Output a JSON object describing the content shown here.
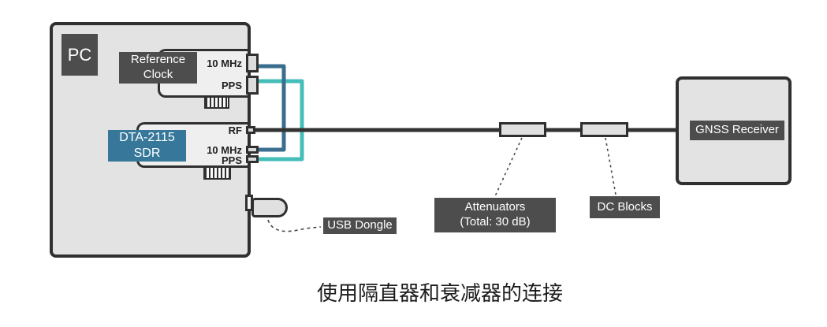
{
  "caption": "使用隔直器和衰减器的连接",
  "pc": {
    "label": "PC"
  },
  "reference_clock_card": {
    "label_line1": "Reference",
    "label_line2": "Clock",
    "port_10mhz": "10 MHz",
    "port_pps": "PPS"
  },
  "sdr_card": {
    "label_line1": "DTA-2115",
    "label_line2": "SDR",
    "port_rf": "RF",
    "port_10mhz": "10 MHz",
    "port_pps": "PPS"
  },
  "usb_dongle": {
    "label": "USB Dongle"
  },
  "attenuators": {
    "label_line1": "Attenuators",
    "label_line2": "(Total: 30 dB)"
  },
  "dc_blocks": {
    "label": "DC Blocks"
  },
  "gnss_receiver": {
    "label": "GNSS Receiver"
  },
  "colors": {
    "cable_10mhz_blue": "#3a6e8f",
    "cable_pps_teal": "#45bdb9",
    "rf_line_dark": "#333333",
    "sdr_accent": "#37789a",
    "plate_dark": "#4d4d4d"
  }
}
